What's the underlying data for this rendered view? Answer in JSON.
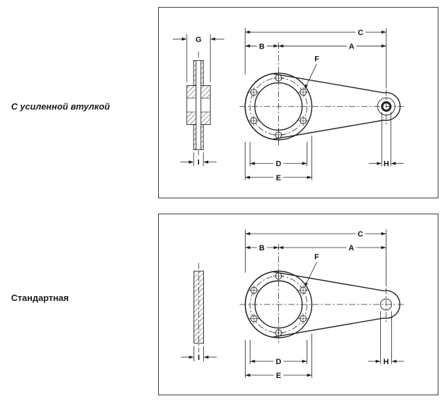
{
  "figures": [
    {
      "title": "С усиленной втулкой",
      "labels": {
        "A": "A",
        "B": "B",
        "C": "C",
        "D": "D",
        "E": "E",
        "F": "F",
        "G": "G",
        "H": "H",
        "I": "I"
      }
    },
    {
      "title": "Стандартная",
      "labels": {
        "A": "A",
        "B": "B",
        "C": "C",
        "D": "D",
        "E": "E",
        "F": "F",
        "H": "H",
        "I": "I"
      }
    }
  ],
  "colors": {
    "line": "#1f1f1f",
    "background": "#ffffff",
    "panel_border": "#3a3a3a"
  }
}
